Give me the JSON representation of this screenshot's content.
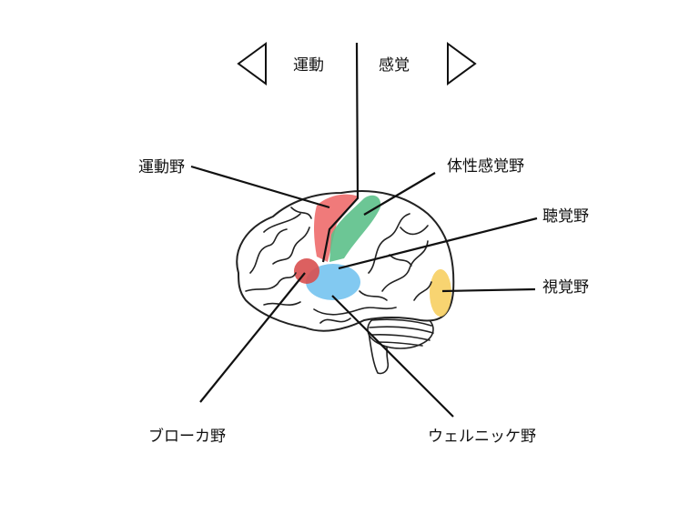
{
  "direction": {
    "motor": "運動",
    "sensory": "感覚"
  },
  "labels": {
    "motor_area": "運動野",
    "somatosensory_area": "体性感覚野",
    "auditory_area": "聴覚野",
    "visual_area": "視覚野",
    "broca_area": "ブローカ野",
    "wernicke_area": "ウェルニッケ野"
  },
  "colors": {
    "motor": "#ee6b6b",
    "somatosensory": "#5cc08a",
    "auditory": "#6cc0ee",
    "visual": "#f7cf62",
    "broca": "#d84f4f"
  }
}
